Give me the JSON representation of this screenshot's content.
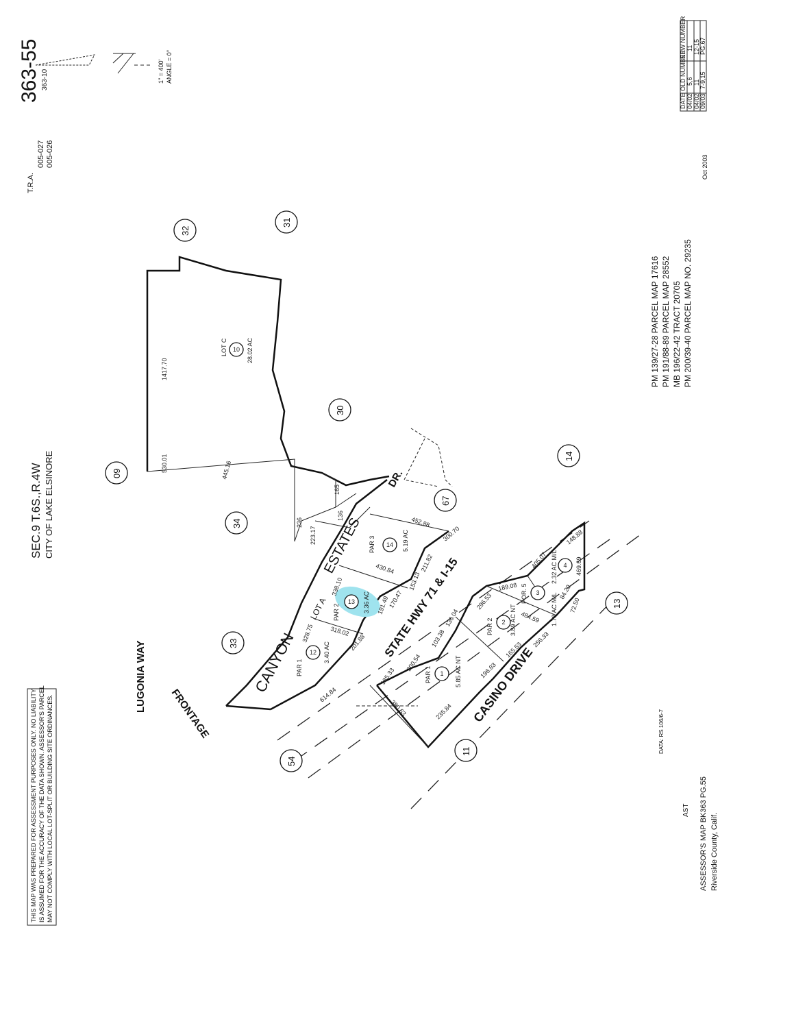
{
  "header": {
    "map_number": "363-55",
    "ref_page": "363-10",
    "scale": "1\" = 400'",
    "angle": "ANGLE = 0°",
    "tra_label": "T.R.A.",
    "tra_codes": [
      "005-027",
      "005-026"
    ]
  },
  "section": {
    "line1": "SEC.9 T.6S.,R.4W",
    "line2": "CITY OF LAKE ELSINORE"
  },
  "revision_table": {
    "headers": [
      "DATE",
      "OLD NUMBER",
      "NEW NUMBER"
    ],
    "rows": [
      [
        "04/02",
        "5,6",
        "11"
      ],
      [
        "04/02",
        "11",
        "12-15"
      ],
      [
        "09/03",
        "7-9,15",
        "PG.67"
      ]
    ]
  },
  "references": [
    {
      "type": "PM",
      "ref": "139/27-28",
      "desc": "PARCEL MAP 17616"
    },
    {
      "type": "PM",
      "ref": "191/88-89",
      "desc": "PARCEL MAP 28552"
    },
    {
      "type": "MB",
      "ref": "196/22-42",
      "desc": "TRACT 20705"
    },
    {
      "type": "PM",
      "ref": "200/39-40",
      "desc": "PARCEL MAP NO. 29235"
    }
  ],
  "date_stamp": "Oct 2003",
  "data_note": "DATA: RS 106/6-7",
  "footer": {
    "line1": "ASSESSOR'S MAP BK363 PG.55",
    "line2": "Riverside County, Calif.",
    "initials": "AST"
  },
  "disclaimer": [
    "THIS MAP WAS PREPARED FOR ASSESSMENT PURPOSES ONLY. NO LIABILITY",
    "IS ASSUMED FOR THE ACCURACY OF THE DATA SHOWN. ASSESSOR'S PARCEL",
    "MAY NOT COMPLY WITH LOCAL LOT-SPLIT OR BUILDING SITE ORDINANCES."
  ],
  "streets": {
    "lugonia": "LUGONIA WAY",
    "frontage": "FRONTAGE",
    "canyon": "CANYON",
    "estates": "ESTATES",
    "dr": "DR.",
    "lot_a": "LOT A",
    "highway": "STATE HWY 71 & I-15",
    "casino": "CASINO DRIVE"
  },
  "page_circles": [
    "32",
    "31",
    "30",
    "09",
    "34",
    "33",
    "67",
    "14",
    "13",
    "11",
    "54"
  ],
  "parcels": [
    {
      "num": "10",
      "name": "LOT C",
      "area": "28.02 AC"
    },
    {
      "num": "12",
      "name": "PAR 1",
      "area": "3.40 AC"
    },
    {
      "num": "13",
      "name": "PAR 2",
      "area": "3.36 AC",
      "highlighted": true
    },
    {
      "num": "14",
      "name": "PAR 3",
      "area": "5.19 AC"
    },
    {
      "num": "1",
      "name": "PAR 1",
      "area": "5.85 AC NT"
    },
    {
      "num": "2",
      "name": "PAR 2",
      "area": "3.89 AC NT"
    },
    {
      "num": "3",
      "name": "POR. 5",
      "area": "1.78 AC M/L"
    },
    {
      "num": "4",
      "name": "",
      "area": "2.32 AC M/L"
    }
  ],
  "dimensions": [
    "1417.70",
    "530.01",
    "445.16",
    "236",
    "223.17",
    "136",
    "165",
    "338.10",
    "328.75",
    "614.84",
    "201.88",
    "191.49",
    "170.47",
    "153.13",
    "211.82",
    "300.70",
    "452.88",
    "430.84",
    "318.02",
    "200.54",
    "103.38",
    "136.04",
    "296.53",
    "185.33",
    "196.83",
    "165.53",
    "256.33",
    "405.07",
    "148.88",
    "84.20",
    "72.50",
    "469.69",
    "189.08",
    "484.59",
    "380.63",
    "235.84"
  ],
  "colors": {
    "highlight": "#9fe3ee",
    "ink": "#111111"
  }
}
